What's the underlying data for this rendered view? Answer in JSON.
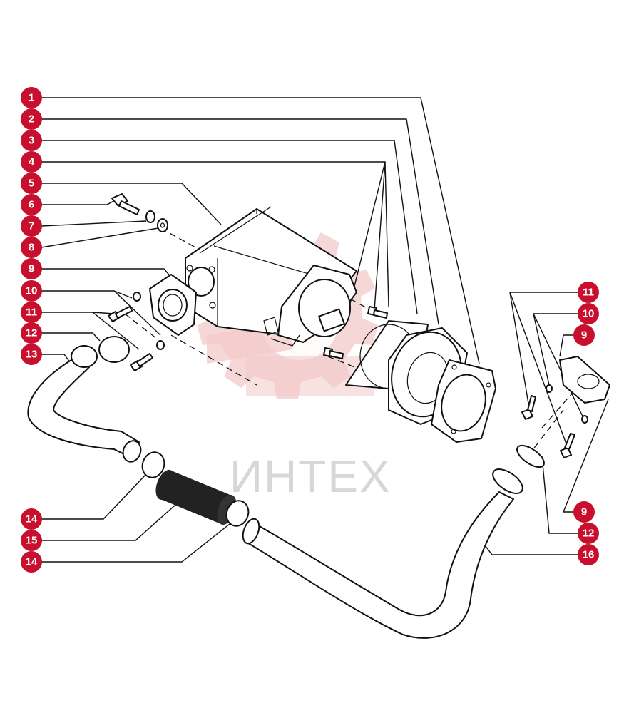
{
  "watermark": {
    "text": "ИНТЕХ"
  },
  "colors": {
    "callout": "#c8102e",
    "line": "#111111",
    "watermark_gear": "#f3c9c9"
  },
  "callouts_left": [
    "1",
    "2",
    "3",
    "4",
    "5",
    "6",
    "7",
    "8",
    "9",
    "10",
    "11",
    "12",
    "13",
    "14",
    "15",
    "14"
  ],
  "callouts_right": [
    "11",
    "10",
    "9",
    "9",
    "12",
    "16"
  ]
}
